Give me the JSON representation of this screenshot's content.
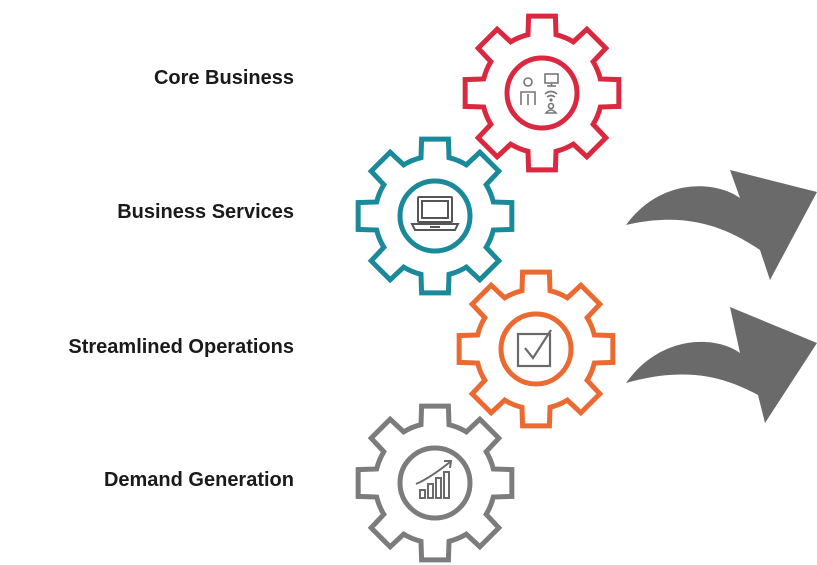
{
  "labels": {
    "core_business": "Core Business",
    "business_services": "Business Services",
    "streamlined_operations": "Streamlined Operations",
    "demand_generation": "Demand Generation"
  },
  "colors": {
    "core_business": "#d9283f",
    "business_services": "#1a8a9a",
    "streamlined_operations": "#ea6a31",
    "demand_generation": "#7c7c7c",
    "arrow": "#6a6a6a"
  },
  "icons": {
    "core_business": "people-and-devices-icon",
    "business_services": "laptop-icon",
    "streamlined_operations": "checkbox-check-icon",
    "demand_generation": "growth-chart-icon"
  }
}
